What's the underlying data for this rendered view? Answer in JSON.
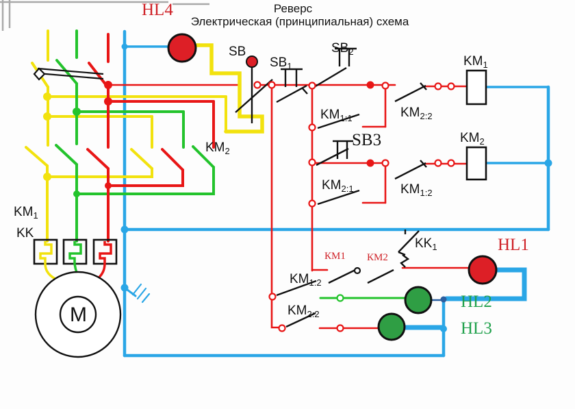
{
  "title": {
    "main": "Реверс",
    "sub": "Электрическая (принципиальная) схема"
  },
  "labels": {
    "hl4": {
      "text": "HL4"
    },
    "sb": {
      "main": "SB"
    },
    "sb1": {
      "main": "SB",
      "sub": "1"
    },
    "sb2": {
      "main": "SB",
      "sub": "2"
    },
    "sb3": {
      "text": "SB3"
    },
    "km1_coil": {
      "main": "KM",
      "sub": "1"
    },
    "km2_coil": {
      "main": "KM",
      "sub": "2"
    },
    "km2_2_top": {
      "main": "KM",
      "sub": "2:2"
    },
    "km1_1": {
      "main": "KM",
      "sub": "1:1"
    },
    "km1_2_mid": {
      "main": "KM",
      "sub": "1:2"
    },
    "km2_1": {
      "main": "KM",
      "sub": "2:1"
    },
    "km2_power": {
      "main": "KM",
      "sub": "2"
    },
    "km1_power": {
      "main": "KM",
      "sub": "1"
    },
    "kk": {
      "main": "KK"
    },
    "kk1": {
      "main": "KK",
      "sub": "1"
    },
    "km1_nc": {
      "text": "КМ1"
    },
    "km2_nc": {
      "text": "КМ2"
    },
    "km1_2_lamp": {
      "main": "KM",
      "sub": "1:2"
    },
    "km2_2_lamp": {
      "main": "KM",
      "sub": "2:2"
    },
    "hl1": {
      "text": "HL1"
    },
    "hl2": {
      "text": "HL2"
    },
    "hl3": {
      "text": "HL3"
    },
    "motor": {
      "text": "M"
    }
  },
  "colors": {
    "phase_a_yellow": "#f2e20e",
    "phase_b_green": "#23c32c",
    "phase_c_red": "#e81616",
    "neutral_blue": "#2aa6e6",
    "lamp_red_fill": "#dd1f26",
    "lamp_green_fill": "#2f9e44",
    "label_red": "#cf2127",
    "label_green": "#1fa04b",
    "symbol_black": "#111111"
  }
}
